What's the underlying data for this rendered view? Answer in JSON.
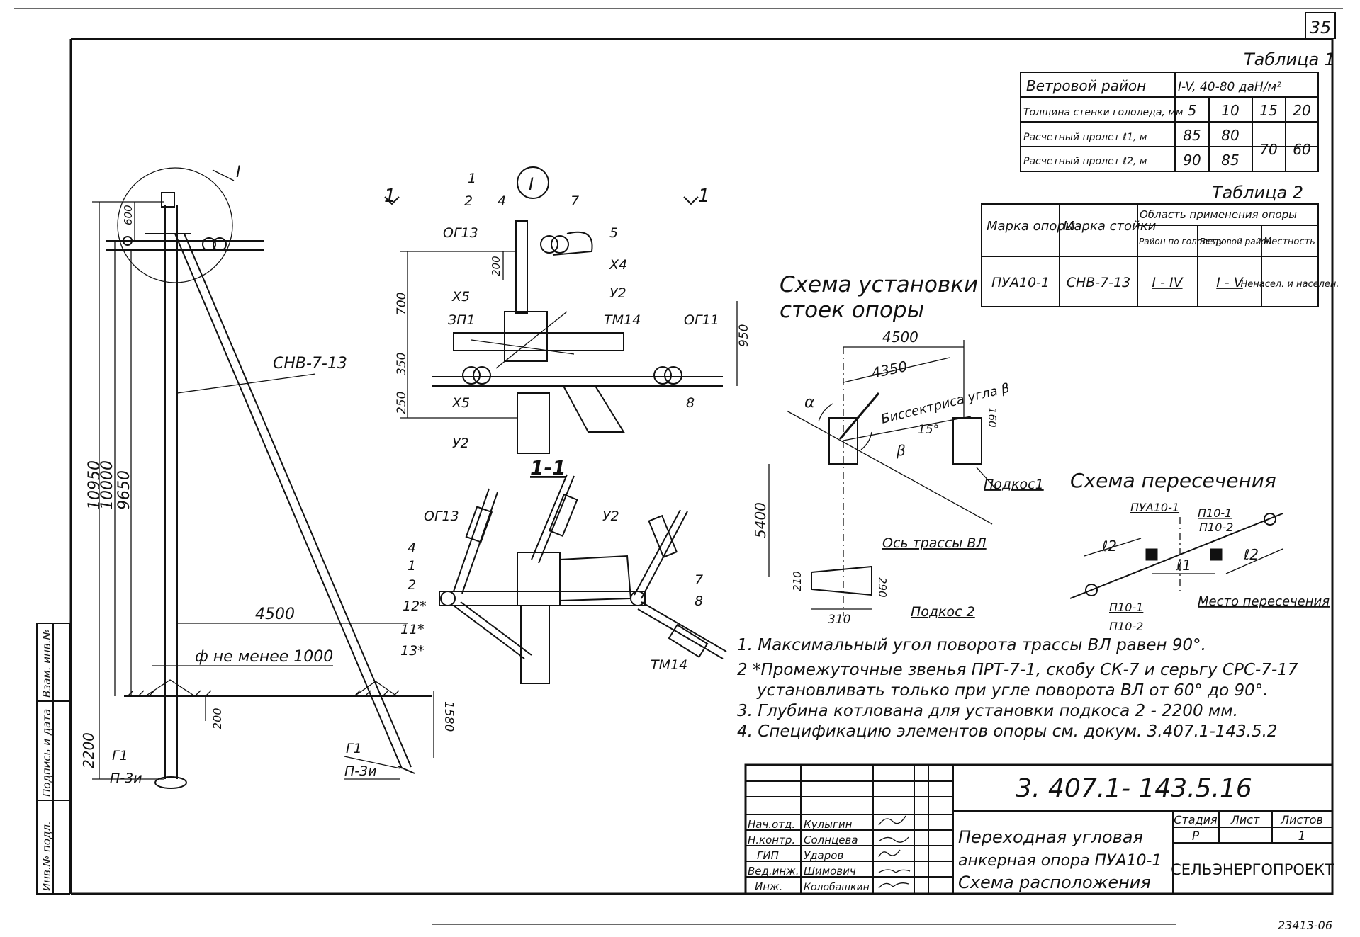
{
  "page": {
    "sheet_number": "35",
    "doc_number": "3. 407.1- 143.5.16",
    "archive_number": "23413-06"
  },
  "table1": {
    "title": "Таблица 1",
    "rows": [
      [
        "Ветровой район",
        "I-V, 40-80 даН/м²"
      ],
      [
        "Толщина стенки гололеда, мм",
        "5",
        "10",
        "15",
        "20"
      ],
      [
        "Расчетный пролет ℓ1, м",
        "85",
        "80",
        "70",
        "60"
      ],
      [
        "Расчетный пролет ℓ2, м",
        "90",
        "85"
      ]
    ]
  },
  "table2": {
    "title": "Таблица 2",
    "headers": {
      "mark_support": "Марка опоры",
      "mark_rack": "Марка стойки",
      "area": "Область применения опоры",
      "ice_region": "Район по гололеду",
      "wind_region": "Ветровой район",
      "locality": "Местность"
    },
    "row": {
      "mark_support": "ПУА10-1",
      "mark_rack": "СНВ-7-13",
      "ice_region": "I - IV",
      "wind_region": "I - V",
      "locality": "Ненасел. и населен."
    }
  },
  "views": {
    "main": {
      "callout": "I",
      "pole_label": "СНВ-7-13",
      "dims": [
        "10950",
        "10000",
        "9650",
        "2200",
        "600",
        "4500",
        "ф не менее 1000",
        "200",
        "1580"
      ],
      "bottom_left": [
        "Г1",
        "П-3и"
      ],
      "bottom_right": [
        "Г1",
        "П-3и"
      ]
    },
    "detail1": {
      "callout": "I",
      "cut_left": "1",
      "cut_right": "1",
      "labels": [
        "1",
        "2",
        "4",
        "7",
        "ОГ13",
        "5",
        "Х4",
        "У2",
        "Х5",
        "ЗП1",
        "ТМ14",
        "ОГ11",
        "Х5",
        "8",
        "У2"
      ],
      "dims": [
        "200",
        "700",
        "350",
        "250",
        "950"
      ]
    },
    "section11": {
      "title": "1-1",
      "labels": [
        "ОГ13",
        "У2",
        "4",
        "1",
        "2",
        "12*",
        "11*",
        "13*",
        "7",
        "8",
        "ТМ14"
      ]
    },
    "install": {
      "title_line1": "Схема установки",
      "title_line2": "стоек опоры",
      "dims": [
        "4500",
        "4350",
        "5400",
        "160",
        "210",
        "290",
        "310"
      ],
      "labels": [
        "α",
        "Биссектриса угла β",
        "15°",
        "β",
        "Подкос1",
        "Ось трассы ВЛ",
        "Подкос 2"
      ]
    },
    "crossing": {
      "title": "Схема пересечения",
      "labels": [
        "ПУА10-1",
        "П10-1",
        "П10-2",
        "ℓ2",
        "ℓ1",
        "ℓ2",
        "П10-1",
        "П10-2",
        "Место пересечения"
      ]
    }
  },
  "notes": [
    "1. Максимальный угол поворота трассы ВЛ равен 90°.",
    "2 *Промежуточные звенья ПРТ-7-1, скобу СК-7     и серьгу СРС-7-17",
    "установливать только при угле поворота ВЛ от 60° до 90°.",
    "3. Глубина котлована для установки подкоса 2 - 2200 мм.",
    "4. Спецификацию элементов опоры см. докум. 3.407.1-143.5.2"
  ],
  "side_stamp": [
    "Инв.№ подл.",
    "Подпись и дата",
    "Взам. инв.№"
  ],
  "title_block": {
    "people": [
      [
        "Нач.отд.",
        "Кулыгин"
      ],
      [
        "Н.контр.",
        "Солнцева"
      ],
      [
        "ГИП",
        "Ударов"
      ],
      [
        "Вед.инж.",
        "Шимович"
      ],
      [
        "Инж.",
        "Колобашкин"
      ]
    ],
    "title": [
      "Переходная угловая",
      "анкерная опора ПУА10-1",
      "Схема расположения"
    ],
    "stage_header": [
      "Стадия",
      "Лист",
      "Листов"
    ],
    "stage_values": [
      "Р",
      "",
      "1"
    ],
    "org": "СЕЛЬЭНЕРГОПРОЕКТ"
  }
}
